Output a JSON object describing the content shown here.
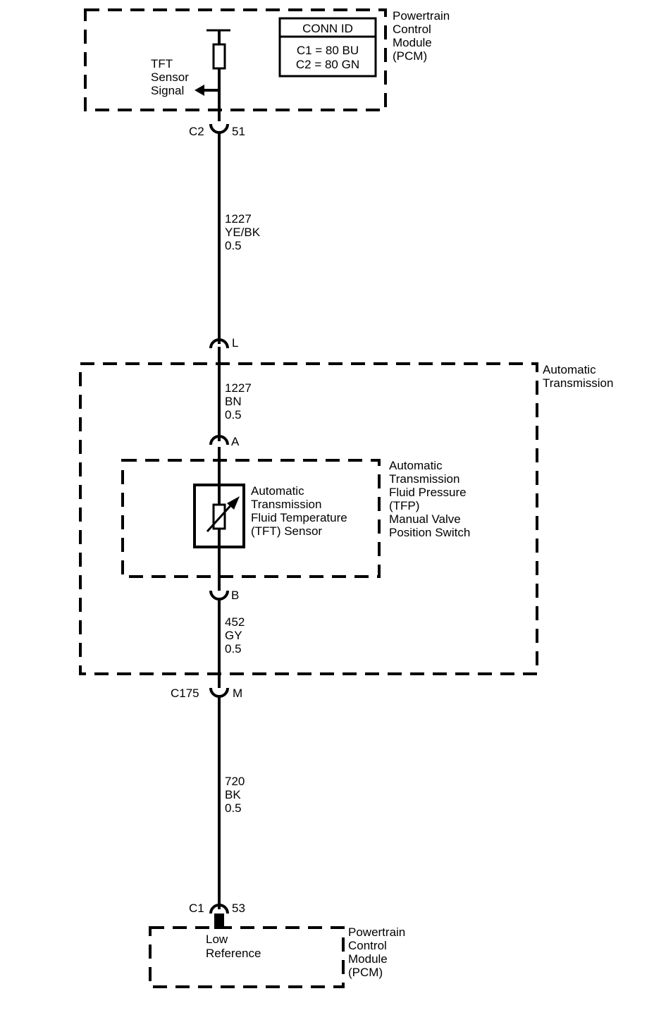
{
  "pcm_top": {
    "name_lines": [
      "Powertrain",
      "Control",
      "Module",
      "(PCM)"
    ],
    "signal_lines": [
      "TFT",
      "Sensor",
      "Signal"
    ],
    "conn_id": {
      "title": "CONN ID",
      "lines": [
        "C1 = 80 BU",
        "C2 = 80 GN"
      ]
    }
  },
  "connector_top": {
    "connector": "C2",
    "pin": "51"
  },
  "wire_1": {
    "circuit": "1227",
    "color": "YE/BK",
    "size": "0.5"
  },
  "inline_connector_upper": {
    "pin": "L"
  },
  "transmission": {
    "name_lines": [
      "Automatic",
      "Transmission"
    ],
    "wire": {
      "circuit": "1227",
      "color": "BN",
      "size": "0.5"
    },
    "pin_a": "A",
    "pin_b": "B",
    "wire_lower": {
      "circuit": "452",
      "color": "GY",
      "size": "0.5"
    }
  },
  "tfp_switch": {
    "name_lines": [
      "Automatic",
      "Transmission",
      "Fluid Pressure",
      "(TFP)",
      "Manual Valve",
      "Position Switch"
    ]
  },
  "tft_sensor": {
    "name_lines": [
      "Automatic",
      "Transmission",
      "Fluid Temperature",
      "(TFT) Sensor"
    ]
  },
  "inline_connector_lower": {
    "connector": "C175",
    "pin": "M"
  },
  "wire_2": {
    "circuit": "720",
    "color": "BK",
    "size": "0.5"
  },
  "connector_bottom": {
    "connector": "C1",
    "pin": "53"
  },
  "pcm_bottom": {
    "name_lines": [
      "Powertrain",
      "Control",
      "Module",
      "(PCM)"
    ],
    "signal_lines": [
      "Low",
      "Reference"
    ]
  }
}
